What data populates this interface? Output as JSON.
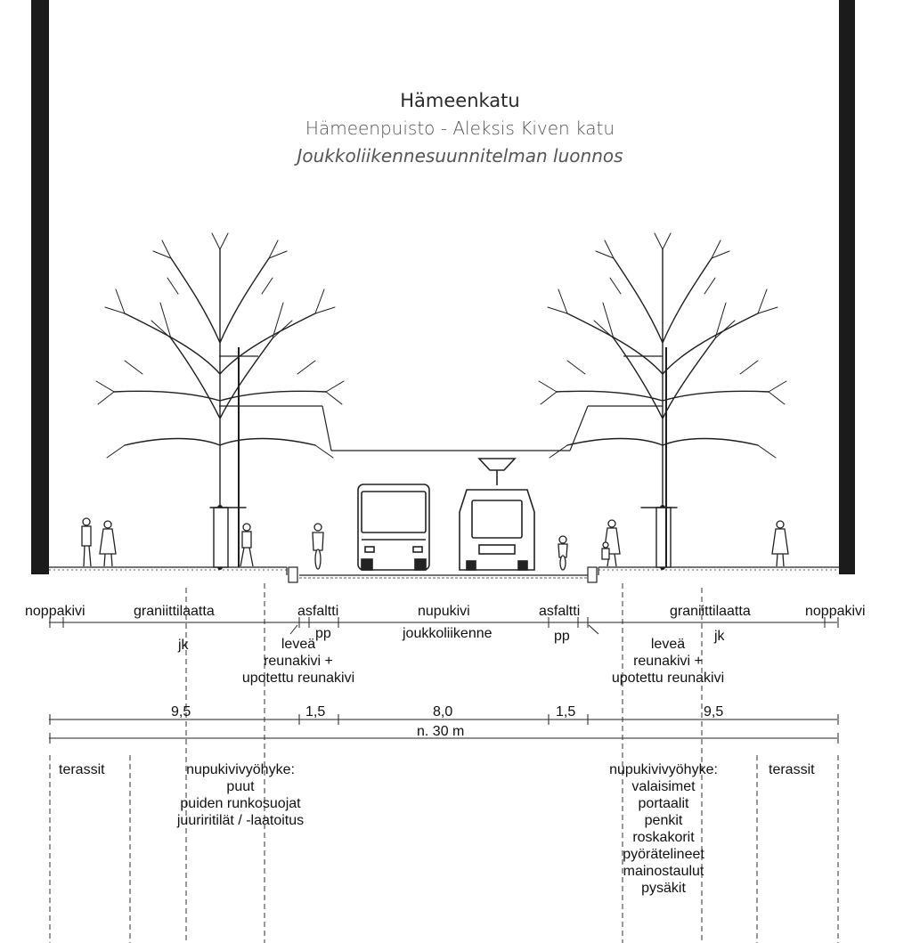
{
  "title": {
    "street": "Hämeenkatu",
    "section": "Hämeenpuisto - Aleksis Kiven katu",
    "subtitle": "Joukkoliikennesuunnitelman luonnos"
  },
  "materials": {
    "noppakivi_left": "noppakivi",
    "graniittilaatta_left": "graniittilaatta",
    "asfaltti_left": "asfaltti",
    "nupukivi": "nupukivi",
    "asfaltti_right": "asfaltti",
    "graniittilaatta_right": "graniittilaatta",
    "noppakivi_right": "noppakivi"
  },
  "zones": {
    "jk_left": "jk",
    "pp_left": "pp",
    "joukkoliikenne": "joukkoliikenne",
    "pp_right": "pp",
    "jk_right": "jk"
  },
  "curb_notes": {
    "left": [
      "leveä",
      "reunakivi +",
      "upotettu reunakivi"
    ],
    "right": [
      "leveä",
      "reunakivi +",
      "upotettu reunakivi"
    ]
  },
  "dimensions": {
    "sidewalk_left": "9,5",
    "bike_left": "1,5",
    "transit": "8,0",
    "bike_right": "1,5",
    "sidewalk_right": "9,5",
    "total": "n. 30 m"
  },
  "furnishing": {
    "terassit_left": "terassit",
    "zone_left": [
      "nupukivivyöhyke:",
      "puut",
      "puiden runkosuojat",
      "juuriritilät / -laatoitus"
    ],
    "zone_right": [
      "nupukivivyöhyke:",
      "valaisimet",
      "portaalit",
      "penkit",
      "roskakorit",
      "pyörätelineet",
      "mainostaulut",
      "pysäkit"
    ],
    "terassit_right": "terassit"
  }
}
